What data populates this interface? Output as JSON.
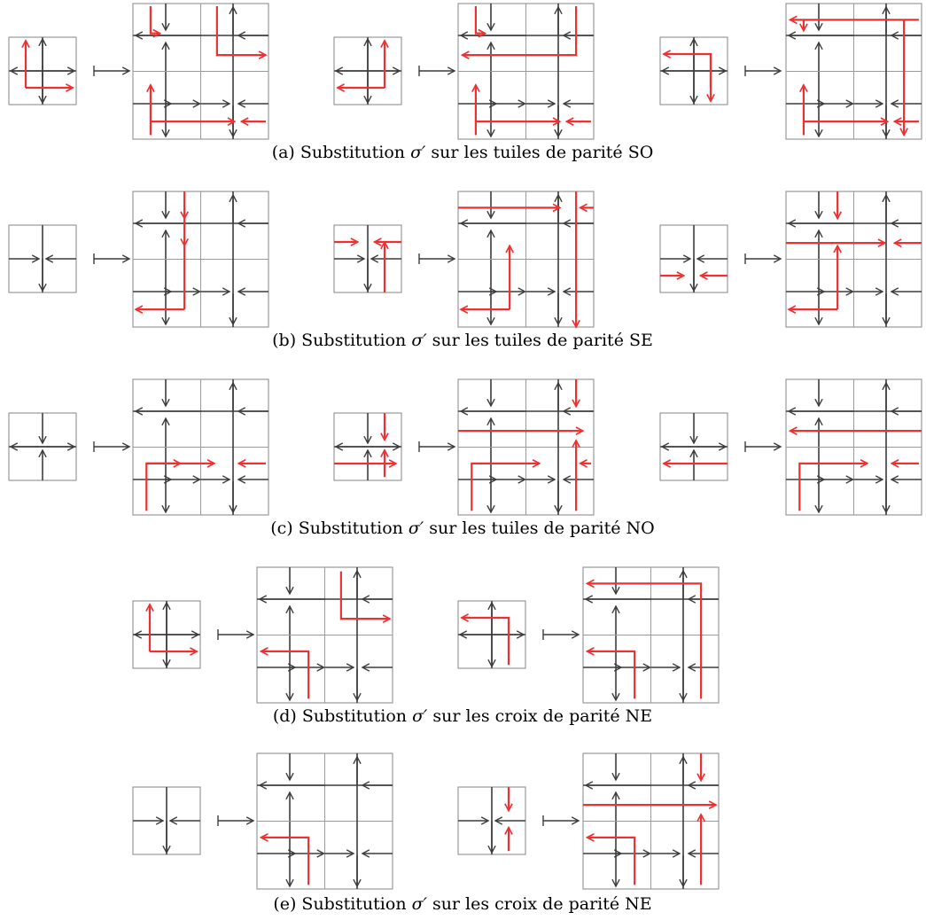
{
  "colors": {
    "frame": "#9a9a9a",
    "black": "#3c3c3c",
    "red": "#f03030"
  },
  "captions": [
    {
      "label": "(a)",
      "text": "Substitution",
      "symbol": "σ′",
      "rest": "sur les tuiles de parité SO"
    },
    {
      "label": "(b)",
      "text": "Substitution",
      "symbol": "σ′",
      "rest": "sur les tuiles de parité SE"
    },
    {
      "label": "(c)",
      "text": "Substitution",
      "symbol": "σ′",
      "rest": "sur les tuiles de parité NO"
    },
    {
      "label": "(d)",
      "text": "Substitution",
      "symbol": "σ′",
      "rest": "sur les croix de parité NE"
    },
    {
      "label": "(e)",
      "text": "Substitution",
      "symbol": "σ′",
      "rest": "sur les croix de parité NE"
    }
  ],
  "maps_to_symbol": "⟼"
}
